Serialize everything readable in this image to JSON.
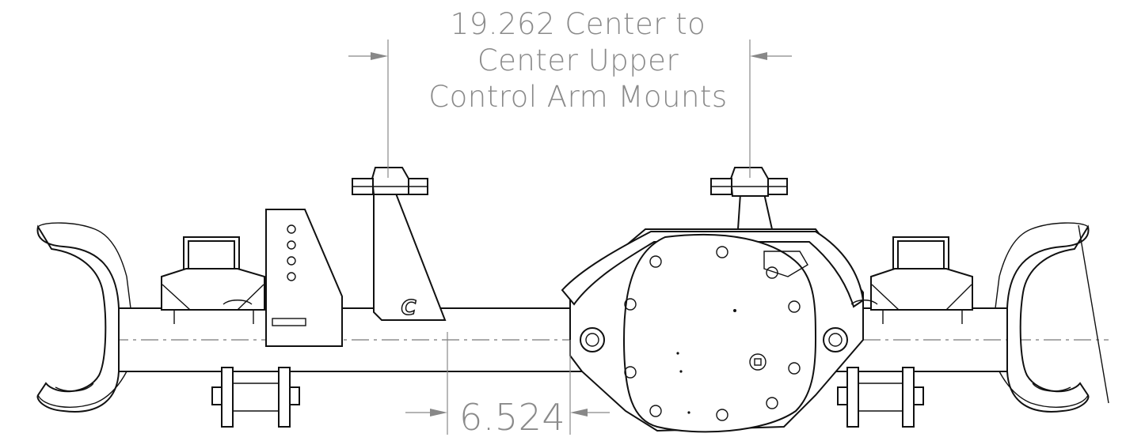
{
  "dimensions": {
    "upper_arm_spacing": {
      "line1": "19.262 Center to",
      "line2": "Center Upper",
      "line3": "Control Arm Mounts"
    },
    "offset": {
      "value": "6.524"
    }
  },
  "logo_letter": "C",
  "colors": {
    "line": "#111111",
    "dimension": "#8a8a8a",
    "background": "#ffffff"
  }
}
